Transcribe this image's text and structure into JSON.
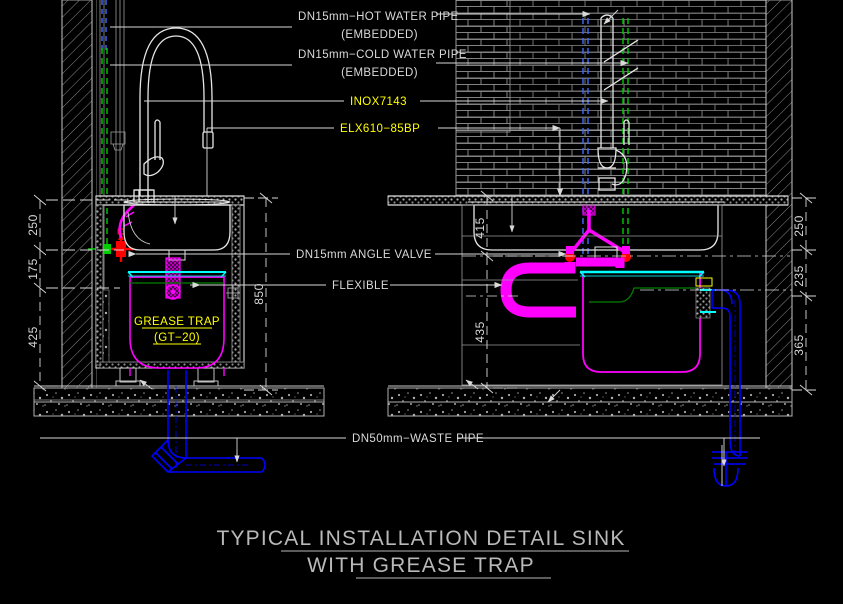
{
  "drawing": {
    "title_line1": "TYPICAL INSTALLATION DETAIL SINK",
    "title_line2": "WITH GREASE TRAP",
    "background": "#000000"
  },
  "colors": {
    "linework": "#d9d9d9",
    "label_text": "#d9d9d9",
    "tag_text": "#ffff00",
    "hot_water_pipe": "#00ff00",
    "cold_water_pipe": "#4169ff",
    "waste_pipe": "#0000ff",
    "grease_trap": "#ff00ff",
    "water_level": "#00ffff",
    "oil_level": "#008000",
    "angle_valve": "#ff0000",
    "hatch": "#808080"
  },
  "labels": [
    {
      "id": "hot-water-pipe",
      "line1": "DN15mm−HOT  WATER  PIPE",
      "line2": "(EMBEDDED)",
      "color": "white"
    },
    {
      "id": "cold-water-pipe",
      "line1": "DN15mm−COLD  WATER  PIPE",
      "line2": "(EMBEDDED)",
      "color": "white"
    },
    {
      "id": "faucet-model",
      "line1": "INOX7143",
      "line2": "",
      "color": "yellow"
    },
    {
      "id": "sink-model",
      "line1": "ELX610−85BP",
      "line2": "",
      "color": "yellow"
    },
    {
      "id": "angle-valve",
      "line1": "DN15mm  ANGLE  VALVE",
      "line2": "",
      "color": "white"
    },
    {
      "id": "flexible",
      "line1": "FLEXIBLE",
      "line2": "",
      "color": "white"
    },
    {
      "id": "waste-pipe",
      "line1": "DN50mm−WASTE  PIPE",
      "line2": "",
      "color": "white"
    }
  ],
  "grease_trap_tag": {
    "line1": "GREASE  TRAP",
    "line2": "(GT−20)"
  },
  "dimensions": {
    "left_view": [
      {
        "id": "dim-250",
        "value": "250"
      },
      {
        "id": "dim-175",
        "value": "175"
      },
      {
        "id": "dim-425",
        "value": "425"
      },
      {
        "id": "dim-850",
        "value": "850"
      }
    ],
    "right_view": [
      {
        "id": "dim-415",
        "value": "415"
      },
      {
        "id": "dim-435",
        "value": "435"
      },
      {
        "id": "dim-250r",
        "value": "250"
      },
      {
        "id": "dim-235",
        "value": "235"
      },
      {
        "id": "dim-365",
        "value": "365"
      }
    ]
  }
}
